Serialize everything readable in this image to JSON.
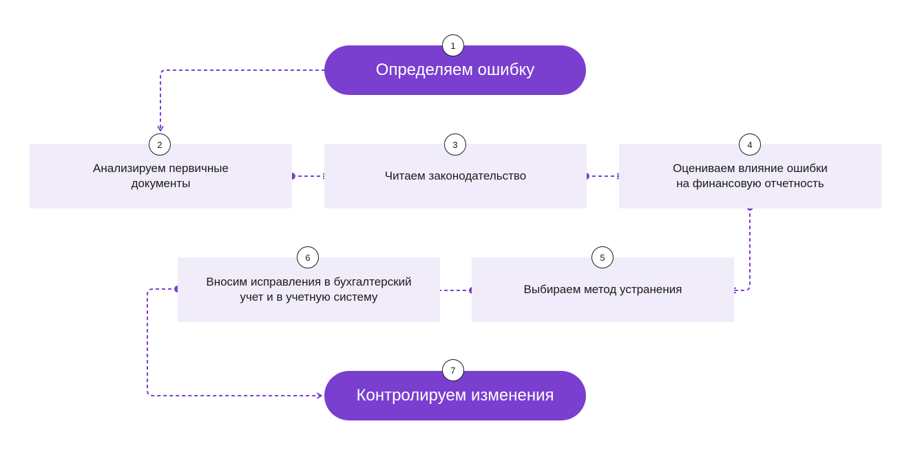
{
  "colors": {
    "accent": "#7a3fcf",
    "box_fill": "#f1ecf9",
    "text": "#1a1a1a"
  },
  "steps": [
    {
      "num": "1",
      "label": "Определяем ошибку"
    },
    {
      "num": "2",
      "label": "Анализируем первичные\nдокументы"
    },
    {
      "num": "3",
      "label": "Читаем законодательство"
    },
    {
      "num": "4",
      "label": "Оцениваем влияние ошибки\nна финансовую отчетность"
    },
    {
      "num": "5",
      "label": "Выбираем метод устранения"
    },
    {
      "num": "6",
      "label": "Вносим исправления в бухгалтерский\nучет и в учетную систему"
    },
    {
      "num": "7",
      "label": "Контролируем изменения"
    }
  ]
}
